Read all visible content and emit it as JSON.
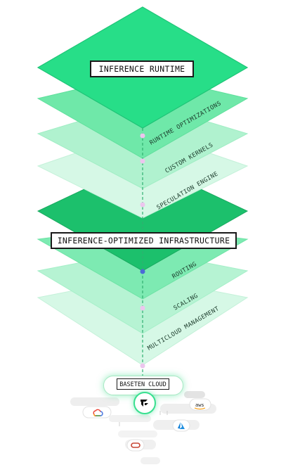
{
  "runtime": {
    "title": "INFERENCE RUNTIME",
    "layers": [
      "RUNTIME OPTIMIZATIONS",
      "CUSTOM KERNELS",
      "SPECULATION ENGINE"
    ]
  },
  "infra": {
    "title": "INFERENCE-OPTIMIZED INFRASTRUCTURE",
    "layers": [
      "ROUTING",
      "SCALING",
      "MULTICLOUD MANAGEMENT"
    ]
  },
  "cloud": {
    "title": "BASETEN CLOUD",
    "providers": [
      "google-cloud-icon",
      "aws",
      "azure-icon",
      "oracle-icon"
    ],
    "aws_label": "aws"
  },
  "colors": {
    "top_layer": "#24de86",
    "mid_layer": "#6ee9ab",
    "light_layer": "#a9f2cd",
    "faint_layer": "#d3f8e4",
    "dark_layer": "#1ab866",
    "connector": "#2fb070",
    "dot": "#e6bde8"
  }
}
